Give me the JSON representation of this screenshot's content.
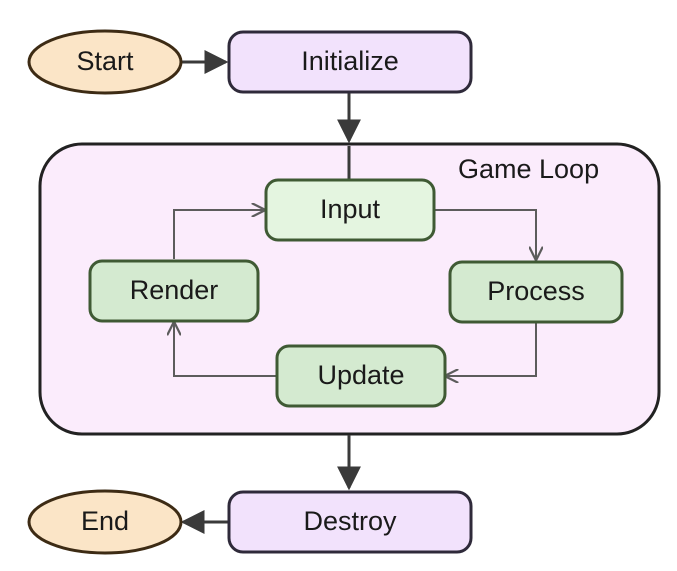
{
  "nodes": {
    "start": {
      "label": "Start"
    },
    "initialize": {
      "label": "Initialize"
    },
    "input": {
      "label": "Input"
    },
    "process": {
      "label": "Process"
    },
    "update": {
      "label": "Update"
    },
    "render": {
      "label": "Render"
    },
    "destroy": {
      "label": "Destroy"
    },
    "end": {
      "label": "End"
    }
  },
  "groups": {
    "game_loop": {
      "label": "Game Loop"
    }
  },
  "edges": [
    {
      "from": "start",
      "to": "initialize"
    },
    {
      "from": "initialize",
      "to": "input"
    },
    {
      "from": "input",
      "to": "process"
    },
    {
      "from": "process",
      "to": "update"
    },
    {
      "from": "update",
      "to": "render"
    },
    {
      "from": "render",
      "to": "input"
    },
    {
      "from": "game_loop",
      "to": "destroy"
    },
    {
      "from": "destroy",
      "to": "end"
    }
  ],
  "colors": {
    "terminal_fill": "#fbe5c7",
    "terminal_stroke": "#3d2b14",
    "phase_fill": "#f2e2fc",
    "phase_stroke": "#2f2a3a",
    "loop_fill": "#fbecfc",
    "loop_stroke": "#222222",
    "step_light_fill": "#e4f5e0",
    "step_dark_fill": "#d4ead0",
    "step_stroke": "#3f5a34",
    "arrow_main": "#3a3a3a",
    "arrow_loop": "#5c5c5c"
  }
}
